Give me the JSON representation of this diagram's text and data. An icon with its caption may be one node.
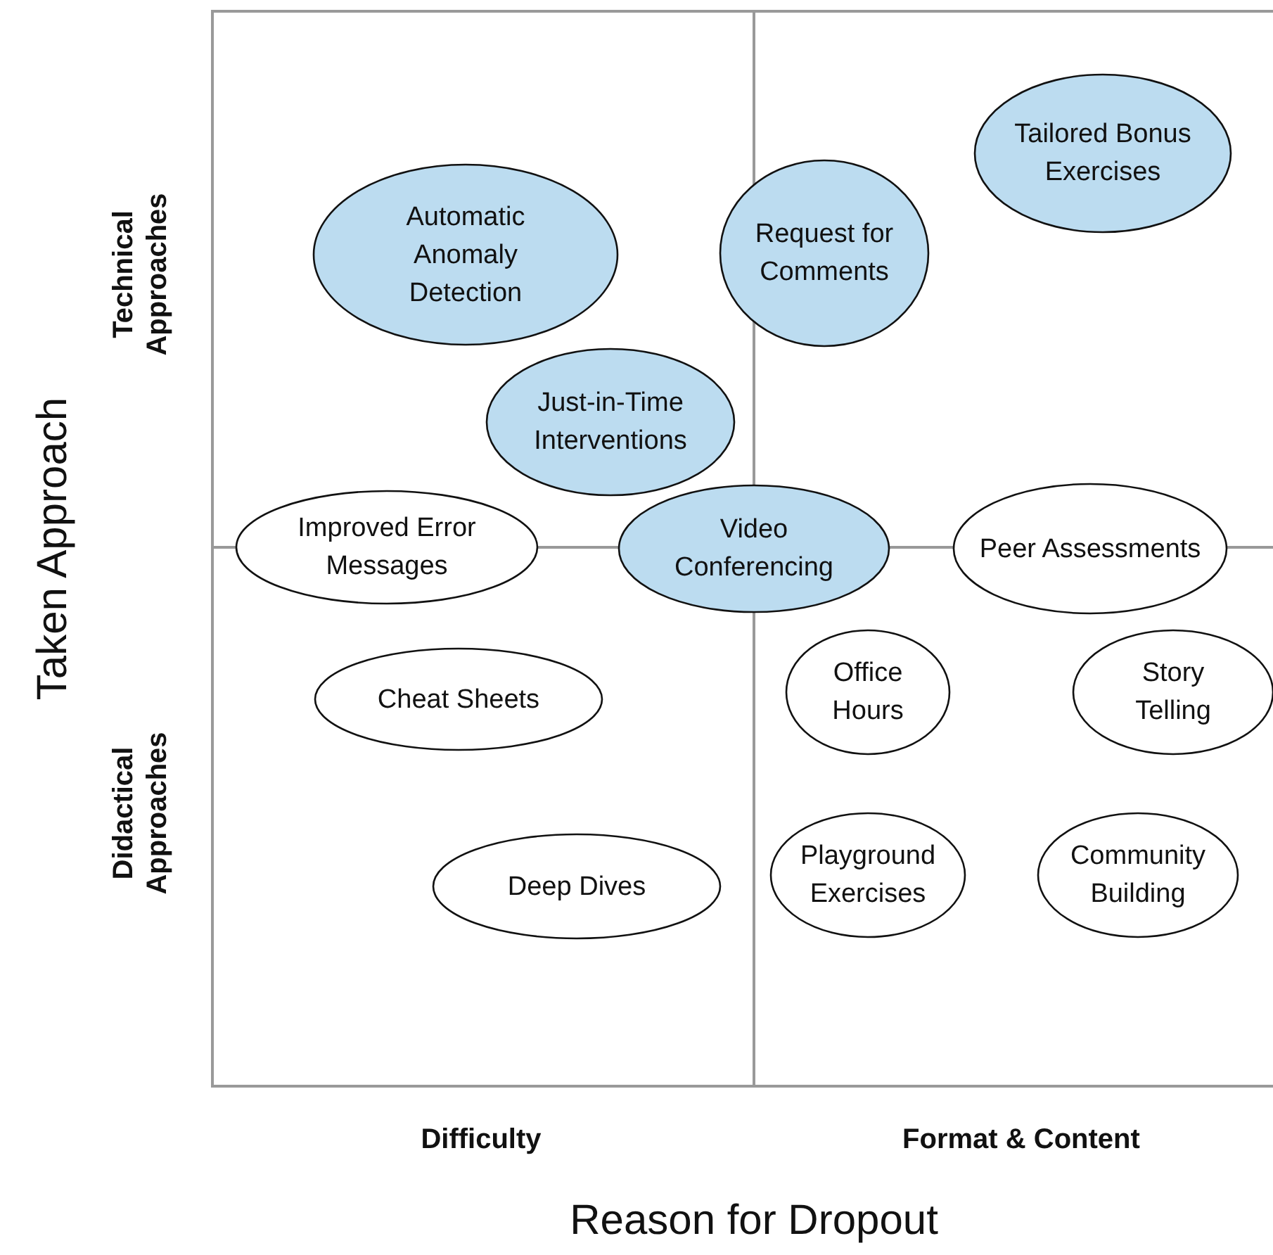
{
  "diagram": {
    "nodes": [
      {
        "text": [
          "Tailored Bonus Exercises"
        ]
      },
      {
        "text": [
          "Automatic Anomaly Detection"
        ]
      },
      {
        "text": [
          "Request for Comments"
        ]
      },
      {
        "text": [
          "Just-in-Time Interventions"
        ]
      },
      {
        "text": [
          "Improved Error Messages"
        ]
      },
      {
        "text": [
          "Video Conferencing"
        ]
      },
      {
        "text": [
          "Peer Assessments"
        ]
      },
      {
        "text": [
          "Cheat Sheets"
        ]
      },
      {
        "text": [
          "Office Hours"
        ]
      },
      {
        "text": [
          "Story Telling"
        ]
      },
      {
        "text": [
          "Deep Dives"
        ]
      },
      {
        "text": [
          "Playground Exercises"
        ]
      },
      {
        "text": [
          "Community Building"
        ]
      }
    ],
    "edges": [],
    "labels": [
      "Taken Approach",
      "Technical Approaches",
      "Didactical Approaches",
      "Difficulty",
      "Format & Content",
      "Reason for Dropout"
    ]
  }
}
